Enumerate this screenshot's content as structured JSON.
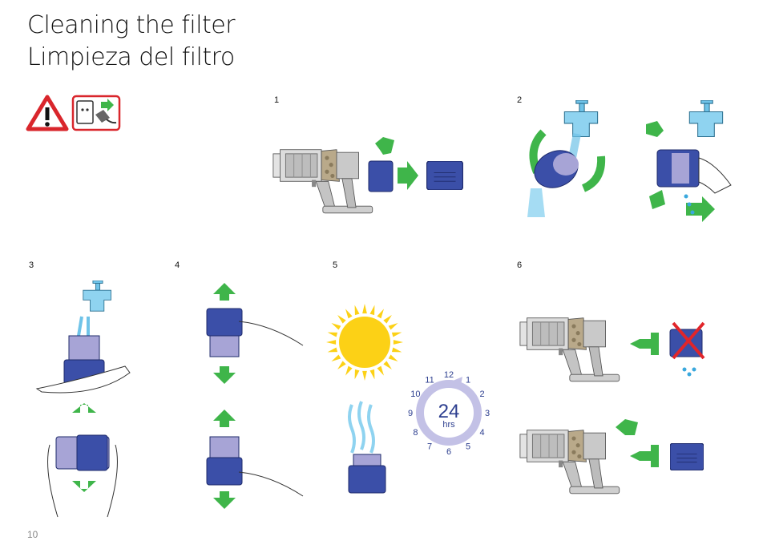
{
  "title": {
    "line1": "Cleaning the filter",
    "line2": "Limpieza del filtro"
  },
  "steps": [
    {
      "number": "1"
    },
    {
      "number": "2"
    },
    {
      "number": "3"
    },
    {
      "number": "4"
    },
    {
      "number": "5"
    },
    {
      "number": "6"
    }
  ],
  "clock": {
    "center_value": "24",
    "center_unit": "hrs",
    "numbers": [
      "12",
      "1",
      "2",
      "3",
      "4",
      "5",
      "6",
      "7",
      "8",
      "9",
      "10",
      "11"
    ]
  },
  "page_number": "10",
  "colors": {
    "filter_blue": "#3b4fa8",
    "filter_light": "#a7a4d6",
    "arrow_green": "#3fb54a",
    "water_blue": "#6fc3e8",
    "warning_red": "#d9262c",
    "sun_yellow": "#fcd116",
    "body_gray": "#b8b8b8"
  },
  "icons": [
    "warning-icon",
    "unplug-icon",
    "tap-icon",
    "sun-icon",
    "clock-icon",
    "no-entry-cross-icon"
  ]
}
